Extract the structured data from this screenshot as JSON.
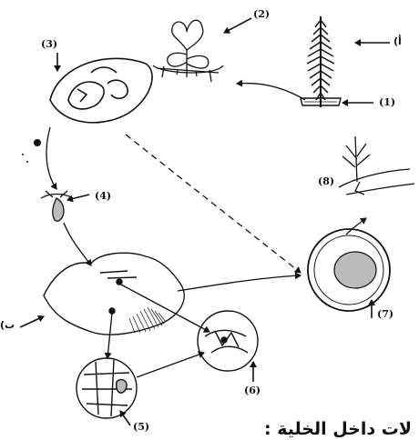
{
  "labels": {
    "n1": "(1)",
    "n2": "(2)",
    "n3": "(3)",
    "n4": "(4)",
    "n5": "(5)",
    "n6": "(6)",
    "n7": "(7)",
    "n8": "(8)",
    "alef": "(أ",
    "beh": "(ب"
  },
  "caption": "لات داخل الخلية :",
  "colors": {
    "ink": "#111111",
    "paper": "#ffffff",
    "fill": "#bbbbbb"
  }
}
